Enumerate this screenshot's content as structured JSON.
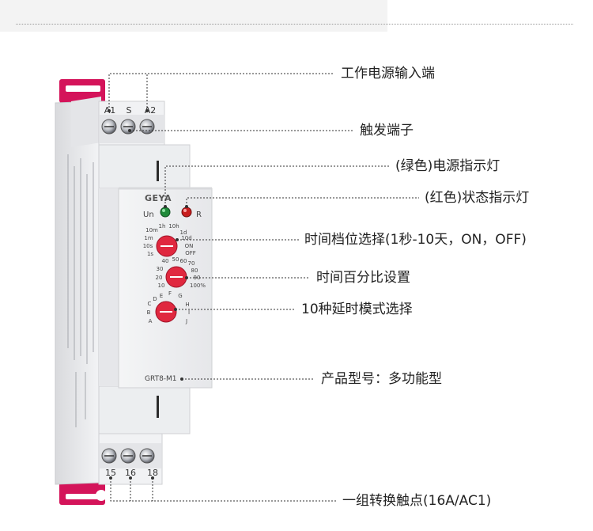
{
  "device": {
    "brand": "GEYA",
    "model": "GRT8-M1",
    "terminals_top": [
      "A1",
      "S",
      "A2"
    ],
    "terminals_bottom": [
      "15",
      "16",
      "18"
    ],
    "indicator_labels": [
      "Un",
      "R"
    ],
    "range_labels": [
      "1h",
      "10h",
      "10m",
      "1d",
      "1m",
      "10d",
      "10s",
      "ON",
      "1s",
      "OFF"
    ],
    "percent_labels": [
      "40",
      "50",
      "60",
      "70",
      "30",
      "80",
      "20",
      "90",
      "10",
      "100%"
    ],
    "mode_labels": [
      "E",
      "F",
      "G",
      "D",
      "H",
      "C",
      "I",
      "B",
      "A",
      "J"
    ]
  },
  "callouts": [
    {
      "text": "工作电源输入端"
    },
    {
      "text": "触发端子"
    },
    {
      "text": "(绿色)电源指示灯"
    },
    {
      "text": "(红色)状态指示灯"
    },
    {
      "text": "时间档位选择(1秒-10天，ON，OFF)"
    },
    {
      "text": "时间百分比设置"
    },
    {
      "text": "10种延时模式选择"
    },
    {
      "text": "产品型号：多功能型"
    },
    {
      "text": "一组转换触点(16A/AC1)"
    }
  ],
  "colors": {
    "housing": "#ecedef",
    "clip": "#d4145a",
    "knob": "#e0283f",
    "led_green": "#1f8a3a",
    "led_red": "#c81e1e",
    "leader": "#333333"
  }
}
